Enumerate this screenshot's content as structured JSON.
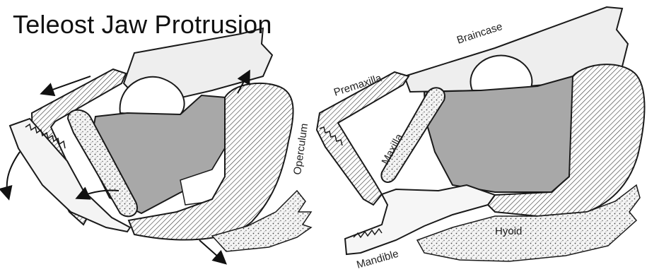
{
  "title": "Teleost Jaw Protrusion",
  "labels": {
    "braincase": "Braincase",
    "premaxilla": "Premaxilla",
    "maxilla": "Maxilla",
    "operculum": "Operculum",
    "hyoid": "Hyoid",
    "mandible": "Mandible"
  },
  "colors": {
    "bone": "#eeeeee",
    "muscle": "#a8a8a8",
    "outline": "#1a1a1a",
    "background": "#ffffff"
  }
}
